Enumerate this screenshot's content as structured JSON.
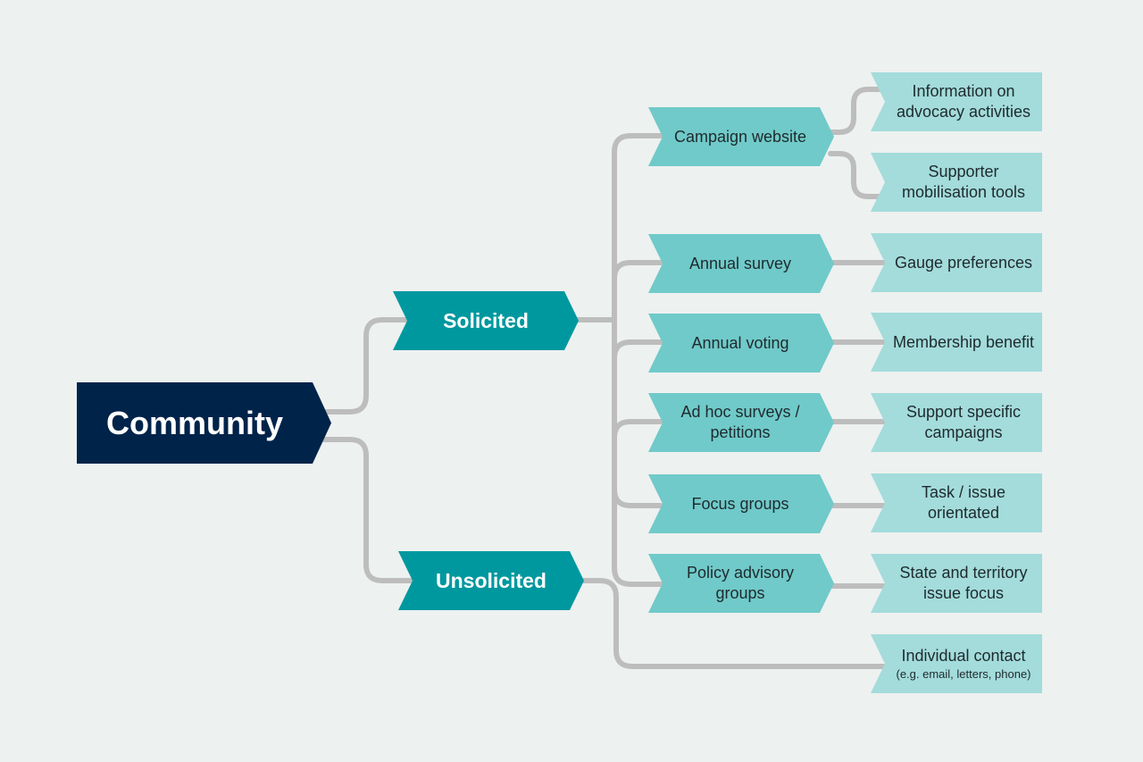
{
  "colors": {
    "background": "#edf1f0",
    "root": "#00234a",
    "level1": "#00989f",
    "level2": "#70cac9",
    "level3": "#a3dcdb",
    "connector": "#bdbdbd"
  },
  "root": {
    "label": "Community"
  },
  "categories": {
    "solicited": {
      "label": "Solicited"
    },
    "unsolicited": {
      "label": "Unsolicited"
    }
  },
  "channels": [
    {
      "id": "campaign-website",
      "lines": [
        "Campaign website"
      ]
    },
    {
      "id": "annual-survey",
      "lines": [
        "Annual survey"
      ]
    },
    {
      "id": "annual-voting",
      "lines": [
        "Annual voting"
      ]
    },
    {
      "id": "ad-hoc-surveys",
      "lines": [
        "Ad hoc surveys /",
        "petitions"
      ]
    },
    {
      "id": "focus-groups",
      "lines": [
        "Focus groups"
      ]
    },
    {
      "id": "policy-advisory-groups",
      "lines": [
        "Policy advisory",
        "groups"
      ]
    }
  ],
  "outcomes": [
    {
      "id": "information-advocacy",
      "lines": [
        "Information on",
        "advocacy activities"
      ]
    },
    {
      "id": "supporter-tools",
      "lines": [
        "Supporter",
        "mobilisation tools"
      ]
    },
    {
      "id": "gauge-preferences",
      "lines": [
        "Gauge preferences"
      ]
    },
    {
      "id": "membership-benefit",
      "lines": [
        "Membership benefit"
      ]
    },
    {
      "id": "support-campaigns",
      "lines": [
        "Support specific",
        "campaigns"
      ]
    },
    {
      "id": "task-issue",
      "lines": [
        "Task / issue",
        "orientated"
      ]
    },
    {
      "id": "state-territory",
      "lines": [
        "State and territory",
        "issue focus"
      ]
    },
    {
      "id": "individual-contact",
      "lines": [
        "Individual contact"
      ],
      "note": "(e.g. email, letters, phone)"
    }
  ]
}
